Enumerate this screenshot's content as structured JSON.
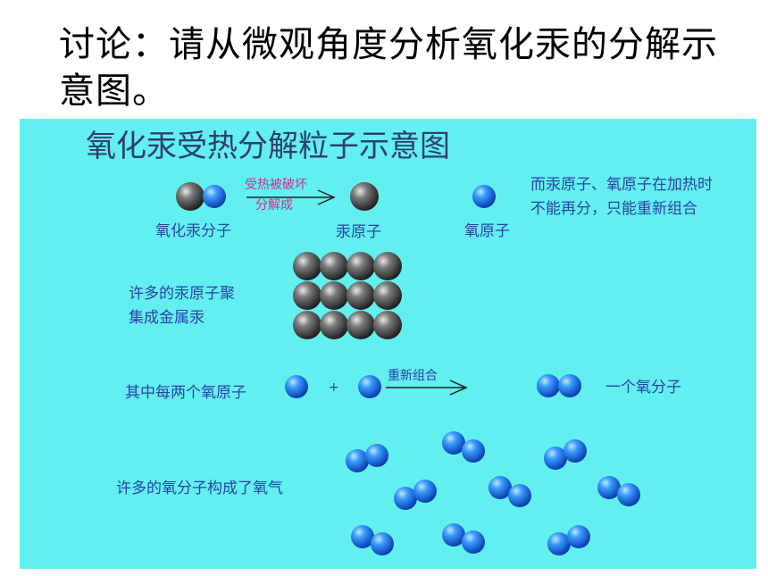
{
  "heading": "讨论：请从微观角度分析氧化汞的分解示意图。",
  "diagram": {
    "title": "氧化汞受热分解粒子示意图",
    "hgo_label": "氧化汞分子",
    "arrow1_text1": "受热被破坏",
    "arrow1_text2": "分解成",
    "hg_label": "汞原子",
    "o_label": "氧原子",
    "note_line1": "而汞原子、氧原子在加热时",
    "note_line2": "不能再分，只能重新组合",
    "metal_line1": "许多的汞原子聚",
    "metal_line2": "集成金属汞",
    "every_two_label": "其中每两个氧原子",
    "plus": "+",
    "arrow2_text": "重新组合",
    "o2_label": "一个氧分子",
    "oxygen_gas_label": "许多的氧分子构成了氧气",
    "colors": {
      "panel_bg": "#62efef",
      "label_text": "#2a43a8",
      "arrow1_text": "#d0308a",
      "mercury_atom": "#3a3a3a",
      "oxygen_atom": "#1e6ee8"
    }
  }
}
